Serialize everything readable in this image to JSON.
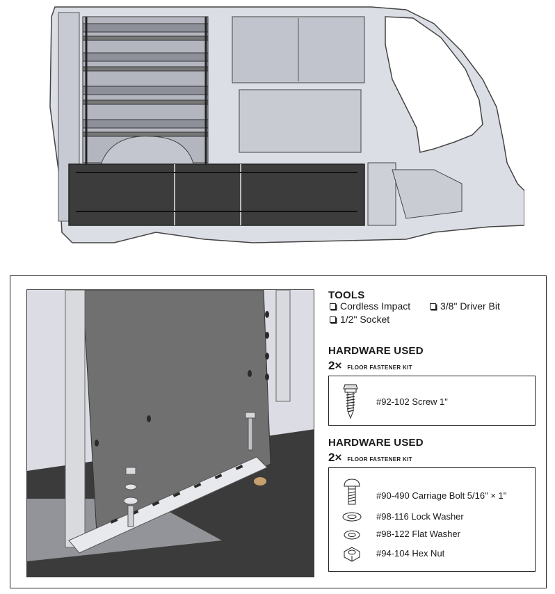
{
  "tools": {
    "title": "TOOLS",
    "items": [
      {
        "label": "Cordless Impact"
      },
      {
        "label": "3/8\" Driver Bit"
      },
      {
        "label": "1/2\" Socket"
      }
    ]
  },
  "hardware_1": {
    "title": "HARDWARE USED",
    "quantity": "2×",
    "kit_name": "FLOOR FASTENER KIT",
    "items": [
      {
        "icon": "screw-icon",
        "label": "#92-102 Screw   1\""
      }
    ]
  },
  "hardware_2": {
    "title": "HARDWARE USED",
    "quantity": "2×",
    "kit_name": "FLOOR FASTENER KIT",
    "items": [
      {
        "icon": "carriage-bolt-icon",
        "label": "#90-490 Carriage Bolt   5/16\" × 1\""
      },
      {
        "icon": "lock-washer-icon",
        "label": "#98-116 Lock Washer"
      },
      {
        "icon": "flat-washer-icon",
        "label": "#98-122 Flat Washer"
      },
      {
        "icon": "hex-nut-icon",
        "label": "#94-104 Hex Nut"
      }
    ]
  },
  "colors": {
    "van_body": "#d6d8e0",
    "floor_panel": "#3a3a3a",
    "partition": "#6f6f6f",
    "outline": "#222222"
  }
}
